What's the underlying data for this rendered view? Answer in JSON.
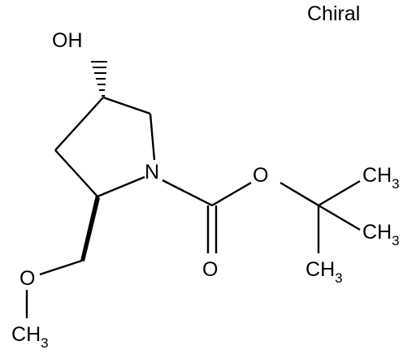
{
  "stereo_label": "Chiral",
  "atoms": {
    "hydroxyl": "OH",
    "nitrogen": "N",
    "ester_oxygen": "O",
    "carbonyl_oxygen": "O",
    "ether_oxygen": "O",
    "methyl_1": "CH3",
    "methyl_2": "CH3",
    "methyl_3": "CH3",
    "methoxy_methyl": "CH3"
  },
  "labels": {
    "C": "C",
    "H": "H",
    "sub3": "3"
  }
}
